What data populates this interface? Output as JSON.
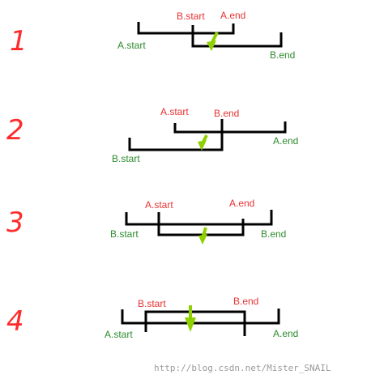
{
  "colors": {
    "number": "#ff2a2a",
    "label_a": "#2e8b2e",
    "label_b": "#e83232",
    "line": "#000000",
    "arrow": "#8fd100",
    "watermark": "#9a9a9a"
  },
  "cases": [
    {
      "number": "1",
      "labels": {
        "a_start": "A.start",
        "b_start": "B.start",
        "a_end": "A.end",
        "b_end": "B.end"
      }
    },
    {
      "number": "2",
      "labels": {
        "a_start": "A.start",
        "b_start": "B.start",
        "a_end": "A.end",
        "b_end": "B.end"
      }
    },
    {
      "number": "3",
      "labels": {
        "a_start": "A.start",
        "b_start": "B.start",
        "a_end": "A.end",
        "b_end": "B.end"
      }
    },
    {
      "number": "4",
      "labels": {
        "a_start": "A.start",
        "b_start": "B.start",
        "a_end": "A.end",
        "b_end": "B.end"
      }
    }
  ],
  "watermark": "http://blog.csdn.net/Mister_SNAIL"
}
